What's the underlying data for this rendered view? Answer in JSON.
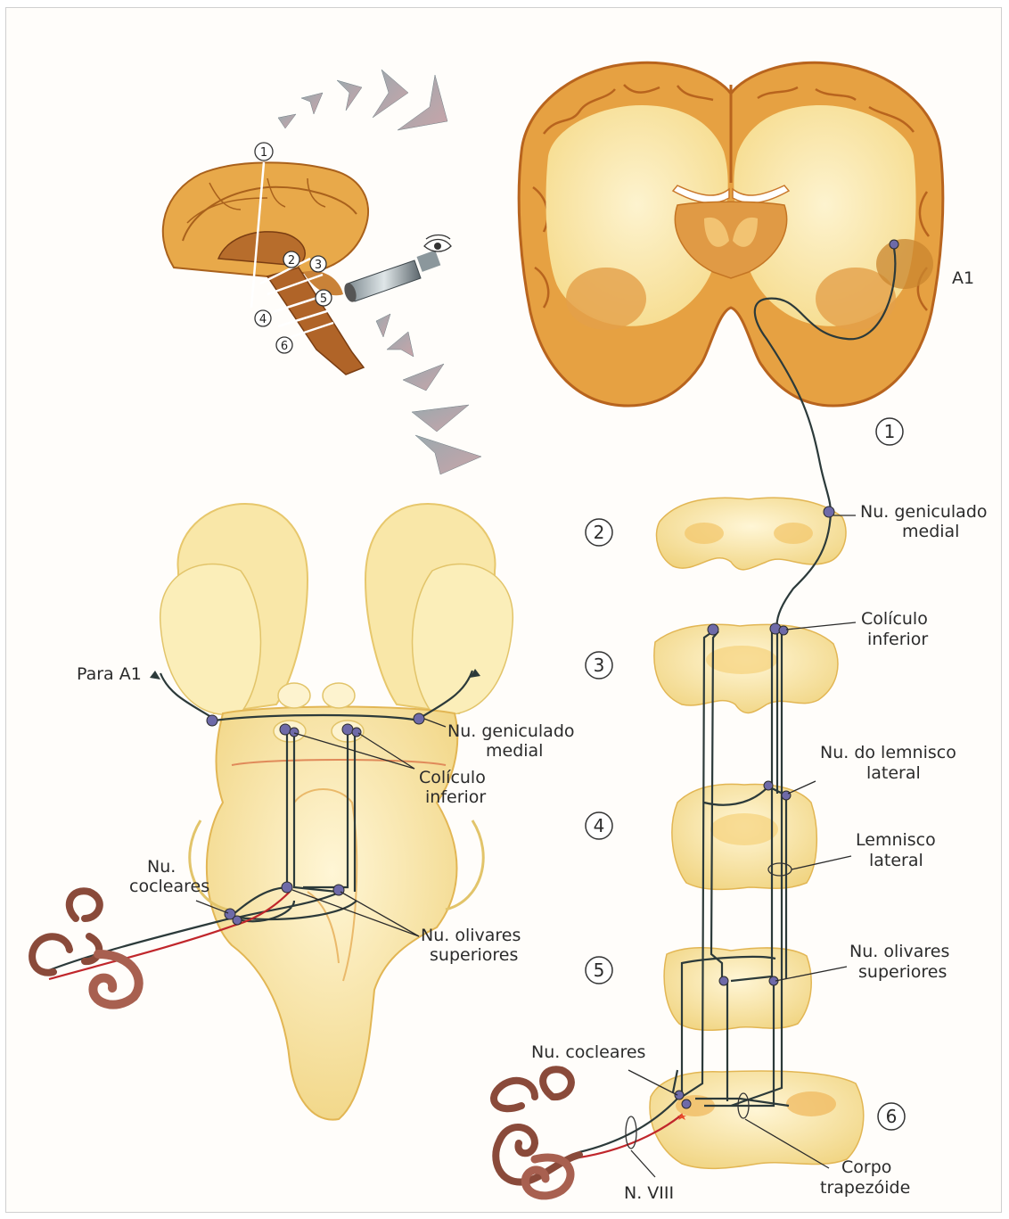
{
  "labels": {
    "a1": "A1",
    "para_a1": "Para A1",
    "geniculado_left": [
      "Nu. geniculado",
      "medial"
    ],
    "coliculo_left": [
      "Colículo",
      "inferior"
    ],
    "cocleares_left": [
      "Nu.",
      "cocleares"
    ],
    "olivares_left": [
      "Nu. olivares",
      "superiores"
    ],
    "geniculado_right": [
      "Nu. geniculado",
      "medial"
    ],
    "coliculo_right": [
      "Colículo",
      "inferior"
    ],
    "lemnisco_nucleo": [
      "Nu. do lemnisco",
      "lateral"
    ],
    "lemnisco_lateral": [
      "Lemnisco",
      "lateral"
    ],
    "olivares_right": [
      "Nu. olivares",
      "superiores"
    ],
    "cocleares_right": "Nu. cocleares",
    "nviii": "N. VIII",
    "corpo_trapezoide": [
      "Corpo",
      "trapezóide"
    ]
  },
  "section_numbers": [
    "1",
    "2",
    "3",
    "4",
    "5",
    "6"
  ],
  "colors": {
    "tissue_light": "#fbeaa8",
    "tissue_mid": "#f0c35c",
    "tissue_dark": "#d9862a",
    "pathway": "#2c3a3a",
    "nerve_red": "#c0262b",
    "nucleus": "#6e6aa8",
    "cochlea": "#8a4a3a"
  }
}
